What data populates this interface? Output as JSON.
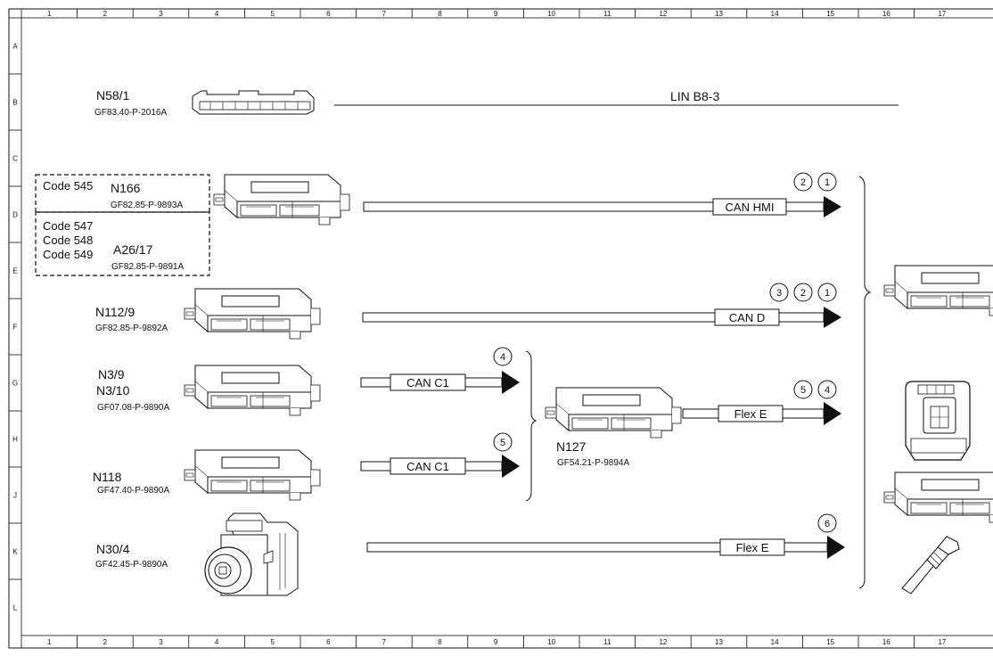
{
  "sheet": {
    "columns": [
      "1",
      "2",
      "3",
      "4",
      "5",
      "6",
      "7",
      "8",
      "9",
      "10",
      "11",
      "12",
      "13",
      "14",
      "15",
      "16",
      "17"
    ],
    "rows": [
      "A",
      "B",
      "C",
      "D",
      "E",
      "F",
      "G",
      "H",
      "J",
      "K",
      "L"
    ]
  },
  "components": [
    {
      "id": "n58",
      "name": "N58/1",
      "ref": "GF83.40-P-2016A"
    },
    {
      "id": "n166",
      "name": "N166",
      "ref": "GF82.85-P-9893A"
    },
    {
      "id": "a26",
      "name": "A26/17",
      "ref": "GF82.85-P-9891A"
    },
    {
      "id": "n112",
      "name": "N112/9",
      "ref": "GF82.85-P-9892A"
    },
    {
      "id": "n3",
      "name": "N3/9",
      "name2": "N3/10",
      "ref": "GF07.08-P-9890A"
    },
    {
      "id": "n118",
      "name": "N118",
      "ref": "GF47.40-P-9890A"
    },
    {
      "id": "n30",
      "name": "N30/4",
      "ref": "GF42.45-P-9890A"
    },
    {
      "id": "n127",
      "name": "N127",
      "ref": "GF54.21-P-9894A"
    }
  ],
  "codes": {
    "top": "Code 545",
    "bottom": [
      "Code 547",
      "Code 548",
      "Code 549"
    ]
  },
  "buses": {
    "lin": "LIN B8-3",
    "can_hmi": "CAN HMI",
    "can_d": "CAN D",
    "can_c1_a": "CAN C1",
    "can_c1_b": "CAN C1",
    "flex_e_a": "Flex E",
    "flex_e_b": "Flex E"
  },
  "markers": {
    "can_hmi": [
      "2",
      "1"
    ],
    "can_d": [
      "3",
      "2",
      "1"
    ],
    "can_c1_a": [
      "4"
    ],
    "can_c1_b": [
      "5"
    ],
    "flex_e_a": [
      "5",
      "4"
    ],
    "flex_e_b": [
      "6"
    ]
  }
}
